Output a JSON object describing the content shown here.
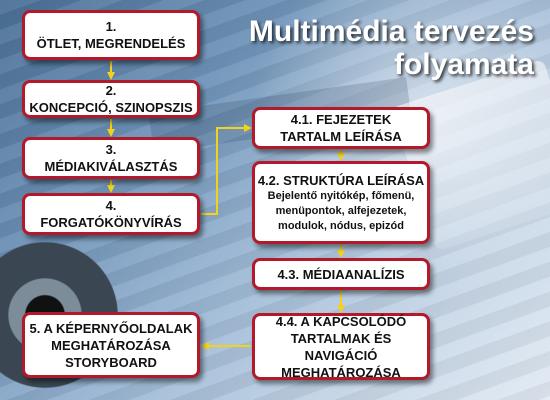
{
  "title": {
    "line1": "Multimédia tervezés",
    "line2": "folyamata"
  },
  "colors": {
    "box_border": "#b21a2c",
    "arrow": "#f2d21a",
    "title_text": "#ffffff"
  },
  "steps": [
    {
      "id": "1",
      "label": "1.\nÖTLET, MEGRENDELÉS"
    },
    {
      "id": "2",
      "label": "2.\nKONCEPCIÓ, SZINOPSZIS"
    },
    {
      "id": "3",
      "label": "3.\nMÉDIAKIVÁLASZTÁS"
    },
    {
      "id": "4",
      "label": "4.\nFORGATÓKÖNYVÍRÁS"
    },
    {
      "id": "5",
      "label": "5. A KÉPERNYŐOLDALAK\nMEGHATÁROZÁSA\nSTORYBOARD"
    },
    {
      "id": "4.1",
      "label": "4.1. FEJEZETEK\nTARTALM LEÍRÁSA"
    },
    {
      "id": "4.2",
      "label": "4.2. STRUKTÚRA LEÍRÁSA",
      "description": "Bejelentő nyitókép, főmenü,\nmenüpontok, alfejezetek,\nmodulok, nódus, epizód"
    },
    {
      "id": "4.3",
      "label": "4.3. MÉDIAANALÍZIS"
    },
    {
      "id": "4.4",
      "label": "4.4. A KAPCSOLÓDÓ\nTARTALMAK ÉS NAVIGÁCIÓ\nMEGHATÁROZÁSA"
    }
  ],
  "flow": [
    {
      "from": "1",
      "to": "2"
    },
    {
      "from": "2",
      "to": "3"
    },
    {
      "from": "3",
      "to": "4"
    },
    {
      "from": "4",
      "to": "4.1"
    },
    {
      "from": "4.1",
      "to": "4.2"
    },
    {
      "from": "4.2",
      "to": "4.3"
    },
    {
      "from": "4.3",
      "to": "4.4"
    },
    {
      "from": "4.4",
      "to": "5"
    }
  ]
}
